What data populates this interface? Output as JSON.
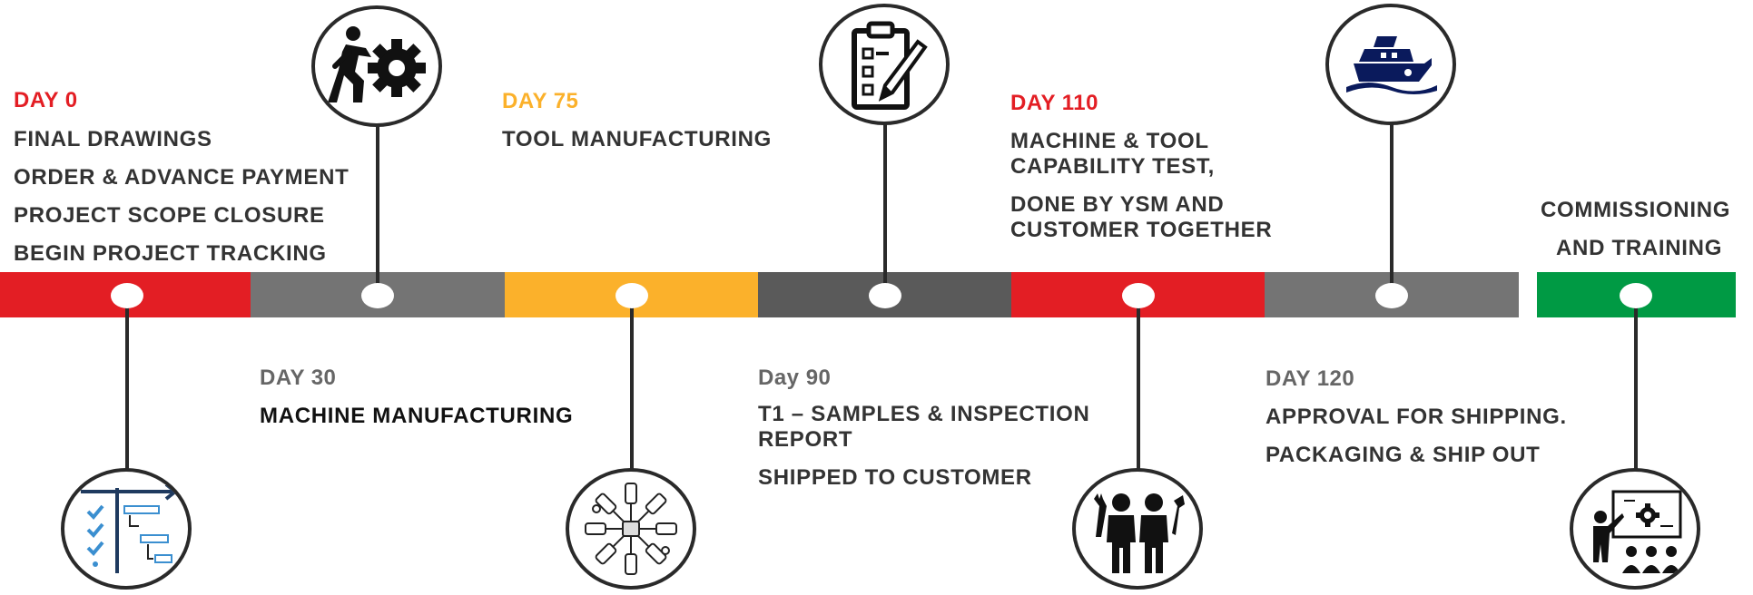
{
  "colors": {
    "red": "#e31e24",
    "grey": "#747474",
    "orange": "#fbb12b",
    "dark_grey": "#5a5a5a",
    "green": "#009a44",
    "text": "#333333"
  },
  "milestones": [
    {
      "day": "DAY 0",
      "lines": [
        "FINAL DRAWINGS",
        "ORDER & ADVANCE PAYMENT",
        "PROJECT SCOPE CLOSURE",
        "BEGIN PROJECT TRACKING"
      ],
      "icon": "gantt-chart-icon"
    },
    {
      "day": "DAY 30",
      "lines": [
        "MACHINE MANUFACTURING"
      ],
      "icon": "person-pushing-gear-icon"
    },
    {
      "day": "DAY 75",
      "lines": [
        "TOOL MANUFACTURING"
      ],
      "icon": "engine-pistons-icon"
    },
    {
      "day": "Day 90",
      "lines": [
        "T1 – SAMPLES & INSPECTION",
        "REPORT",
        "SHIPPED TO CUSTOMER"
      ],
      "icon": "clipboard-checklist-icon"
    },
    {
      "day": "DAY 110",
      "lines": [
        "MACHINE & TOOL",
        "CAPABILITY TEST,",
        "DONE BY YSM AND",
        "CUSTOMER TOGETHER"
      ],
      "icon": "workers-with-tools-icon"
    },
    {
      "day": "DAY 120",
      "lines": [
        "APPROVAL FOR SHIPPING.",
        "PACKAGING & SHIP OUT"
      ],
      "icon": "ship-icon"
    },
    {
      "day": "",
      "lines": [
        "COMMISSIONING",
        "AND TRAINING"
      ],
      "icon": "presentation-training-icon"
    }
  ]
}
